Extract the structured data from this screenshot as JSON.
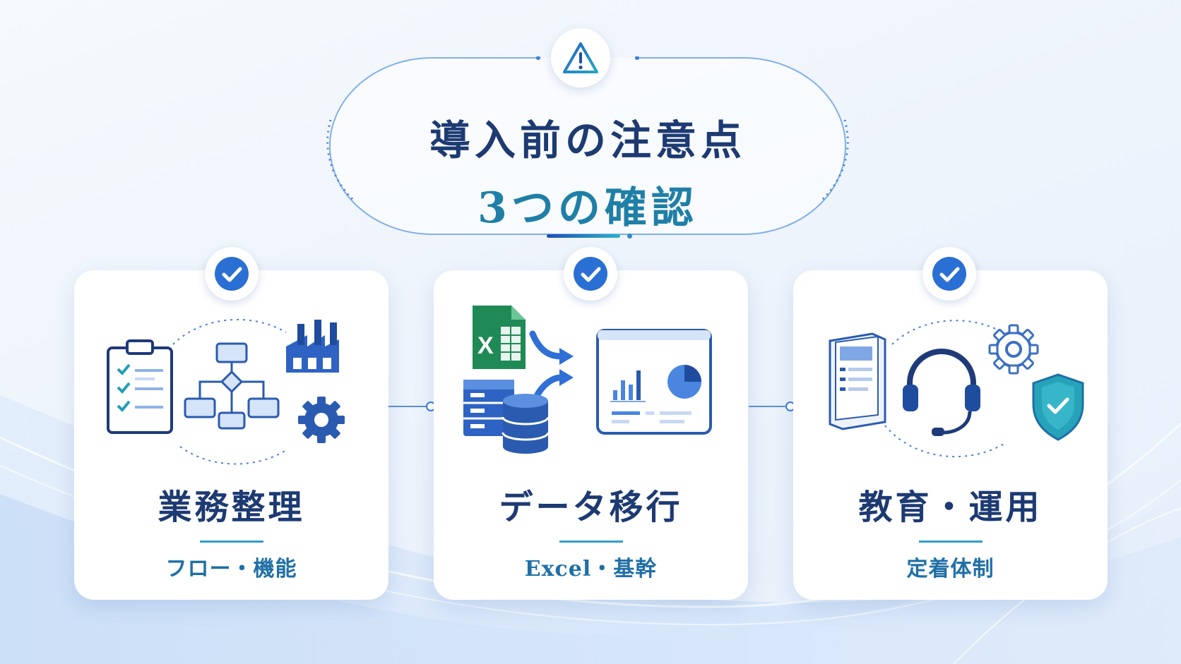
{
  "title": {
    "line1": "導入前の注意点",
    "line2": "3つの確認"
  },
  "header_icon": "warning-triangle-icon",
  "colors": {
    "navy": "#1d3a72",
    "teal": "#1f7fa6",
    "blue": "#2f6fd6",
    "light_blue": "#cfe0f7"
  },
  "cards": [
    {
      "title": "業務整理",
      "subtitle": "フロー・機能",
      "icons": [
        "clipboard-checklist-icon",
        "flowchart-icon",
        "factory-icon",
        "gear-icon"
      ]
    },
    {
      "title": "データ移行",
      "subtitle": "Excel・基幹",
      "icons": [
        "excel-file-icon",
        "server-icon",
        "database-icon",
        "dashboard-icon"
      ],
      "excel_letter": "X"
    },
    {
      "title": "教育・運用",
      "subtitle": "定着体制",
      "icons": [
        "manual-document-icon",
        "headset-icon",
        "gear-icon",
        "shield-check-icon"
      ]
    }
  ]
}
